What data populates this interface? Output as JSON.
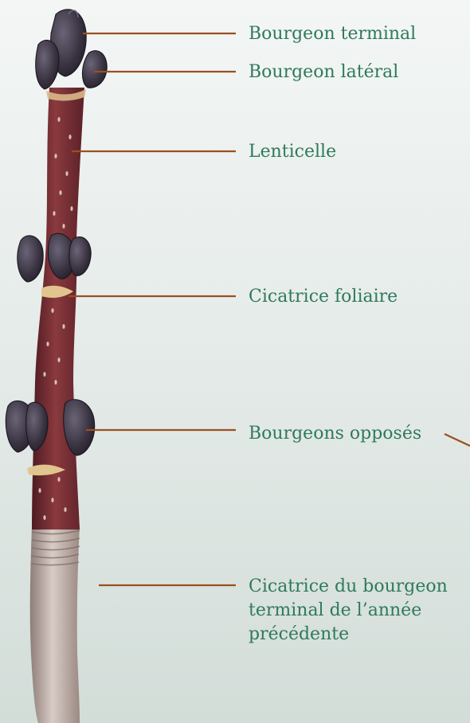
{
  "labels": {
    "terminal_bud": "Bourgeon terminal",
    "lateral_bud": "Bourgeon latéral",
    "lenticel": "Lenticelle",
    "leaf_scar": "Cicatrice foliaire",
    "opposite_buds": "Bourgeons opposés",
    "bud_scar_line1": "Cicatrice du bourgeon",
    "bud_scar_line2": "terminal de l’année",
    "bud_scar_line3": "précédente"
  },
  "colors": {
    "label_text": "#2f7a5a",
    "leader_line": "#9b4f22",
    "twig_bark": "#7c2f33",
    "twig_old_bark": "#c3b1a8",
    "bud": "#3a3442",
    "leaf_scar": "#e2c58e"
  }
}
